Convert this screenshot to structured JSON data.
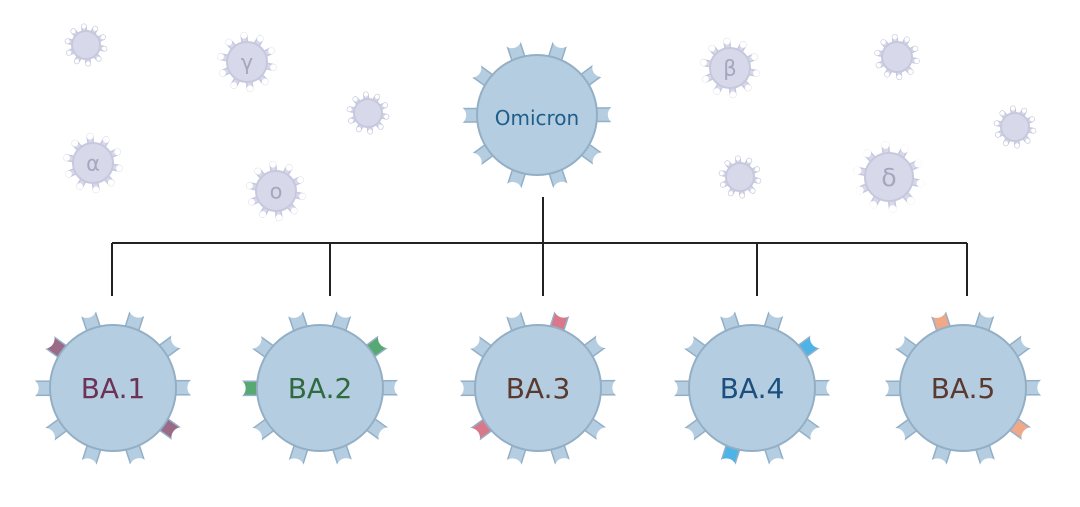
{
  "root": {
    "label": "Omicron",
    "body_color": "#b4cde0",
    "edge_color": "#93afc6",
    "text_color": "#1f5d8c"
  },
  "background": {
    "color": "#d7d9ea",
    "edge_color": "#c6c8dd",
    "labels": [
      "γ",
      "α",
      "o",
      "β",
      "δ"
    ]
  },
  "subvariants": [
    {
      "label": "BA.1",
      "text_color": "#6b3356",
      "mutation_color": "#9a6a86"
    },
    {
      "label": "BA.2",
      "text_color": "#2f6a42",
      "mutation_color": "#57a873"
    },
    {
      "label": "BA.3",
      "text_color": "#5a3a30",
      "mutation_color": "#d9788a"
    },
    {
      "label": "BA.4",
      "text_color": "#1b4f7d",
      "mutation_color": "#4fb3e6"
    },
    {
      "label": "BA.5",
      "text_color": "#5a3a30",
      "mutation_color": "#f0a988"
    }
  ],
  "connector_color": "#222222"
}
